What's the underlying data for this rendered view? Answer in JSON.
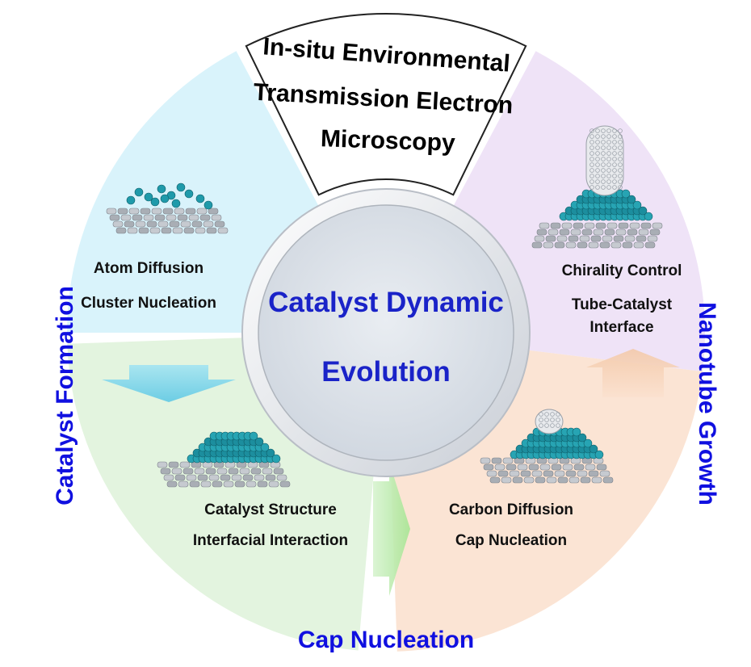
{
  "top_title": {
    "lines": [
      "In-situ Environmental",
      "Transmission Electron",
      "Microscopy"
    ]
  },
  "center": {
    "lines": [
      "Catalyst Dynamic",
      "Evolution"
    ]
  },
  "segments": {
    "atom": {
      "lines": [
        "Atom Diffusion",
        "Cluster Nucleation"
      ],
      "color": "#d9f3fb"
    },
    "chirality": {
      "lines": [
        "Chirality Control",
        "Tube-Catalyst",
        "Interface"
      ],
      "color": "#efe3f7"
    },
    "structure": {
      "lines": [
        "Catalyst Structure",
        "Interfacial Interaction"
      ],
      "color": "#e3f4df"
    },
    "carbon": {
      "lines": [
        "Carbon Diffusion",
        "Cap Nucleation"
      ],
      "color": "#fbe4d4"
    }
  },
  "stages": {
    "left": "Catalyst Formation",
    "right": "Nanotube Growth",
    "bottom": "Cap Nucleation"
  },
  "colors": {
    "stage_text": "#1010e0",
    "center_text": "#1a23c8",
    "center_fill": "#dde3ea",
    "ring_fill": "#f4f5f7"
  },
  "icons": [
    "atoms-on-substrate-icon",
    "nanotube-on-catalyst-icon",
    "catalyst-pyramid-icon",
    "nanotube-cap-icon"
  ]
}
